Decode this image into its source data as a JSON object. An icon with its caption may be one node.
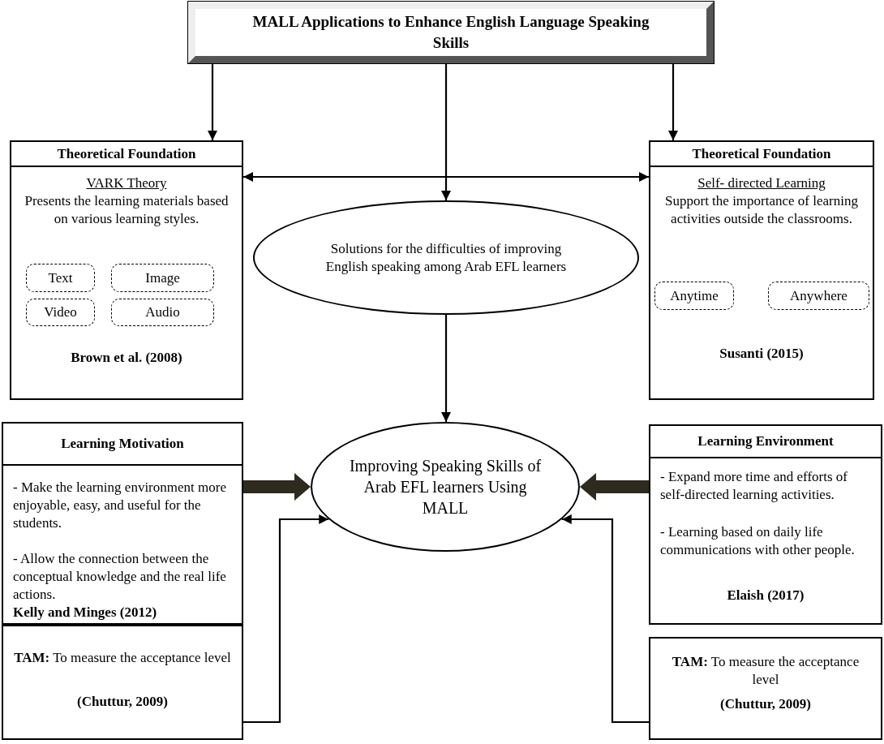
{
  "diagram": {
    "nodes": [
      {
        "text": [
          "MALL Applications to Enhance English Language Speaking Skills"
        ]
      },
      {
        "text": [
          "Theoretical Foundation",
          "VARK Theory",
          "Presents the learning materials based on various learning styles.",
          "Brown et al. (2008)"
        ]
      },
      {
        "text": [
          "Text"
        ],
        "in": 1
      },
      {
        "text": [
          "Image"
        ],
        "in": 1
      },
      {
        "text": [
          "Video"
        ],
        "in": 1
      },
      {
        "text": [
          "Audio"
        ],
        "in": 1
      },
      {
        "text": [
          "Theoretical Foundation",
          "Self- directed Learning",
          "Support the importance of learning activities outside the classrooms.",
          "Susanti (2015)"
        ]
      },
      {
        "text": [
          "Anytime"
        ],
        "in": 6
      },
      {
        "text": [
          "Anywhere"
        ],
        "in": 6
      },
      {
        "text": [
          "Solutions for the difficulties of improving English speaking among Arab EFL learners"
        ]
      },
      {
        "text": [
          "Learning Motivation",
          "- Make the learning environment more enjoyable, easy, and useful for the students.",
          "- Allow the connection between the conceptual knowledge and the real life actions.",
          "Kelly and Minges (2012)"
        ]
      },
      {
        "text": [
          "**TAM:** To measure the acceptance level",
          "(Chuttur, 2009)"
        ]
      },
      {
        "text": [
          "Improving Speaking Skills of Arab EFL learners Using MALL"
        ]
      },
      {
        "text": [
          "Learning Environment",
          "- Expand more time and efforts of self-directed learning activities.",
          "- Learning based on daily life communications with other people.",
          "Elaish (2017)"
        ]
      },
      {
        "text": [
          "**TAM:** To measure the acceptance level",
          "(Chuttur, 2009)"
        ]
      }
    ],
    "edges": [
      {
        "from": 0,
        "to": 1,
        "arrow": "to"
      },
      {
        "from": 0,
        "to": 9,
        "arrow": "to"
      },
      {
        "from": 0,
        "to": 6,
        "arrow": "to"
      },
      {
        "from": 1,
        "to": 6,
        "arrow": "both"
      },
      {
        "from": 9,
        "to": 12,
        "arrow": "to"
      },
      {
        "from": 10,
        "to": 12,
        "arrow": "to",
        "style": "thick",
        "color": "#2e2a1e"
      },
      {
        "from": 13,
        "to": 12,
        "arrow": "to",
        "style": "thick",
        "color": "#2e2a1e"
      },
      {
        "from": 11,
        "to": 12,
        "arrow": "to"
      },
      {
        "from": 14,
        "to": 12,
        "arrow": "to"
      }
    ]
  }
}
